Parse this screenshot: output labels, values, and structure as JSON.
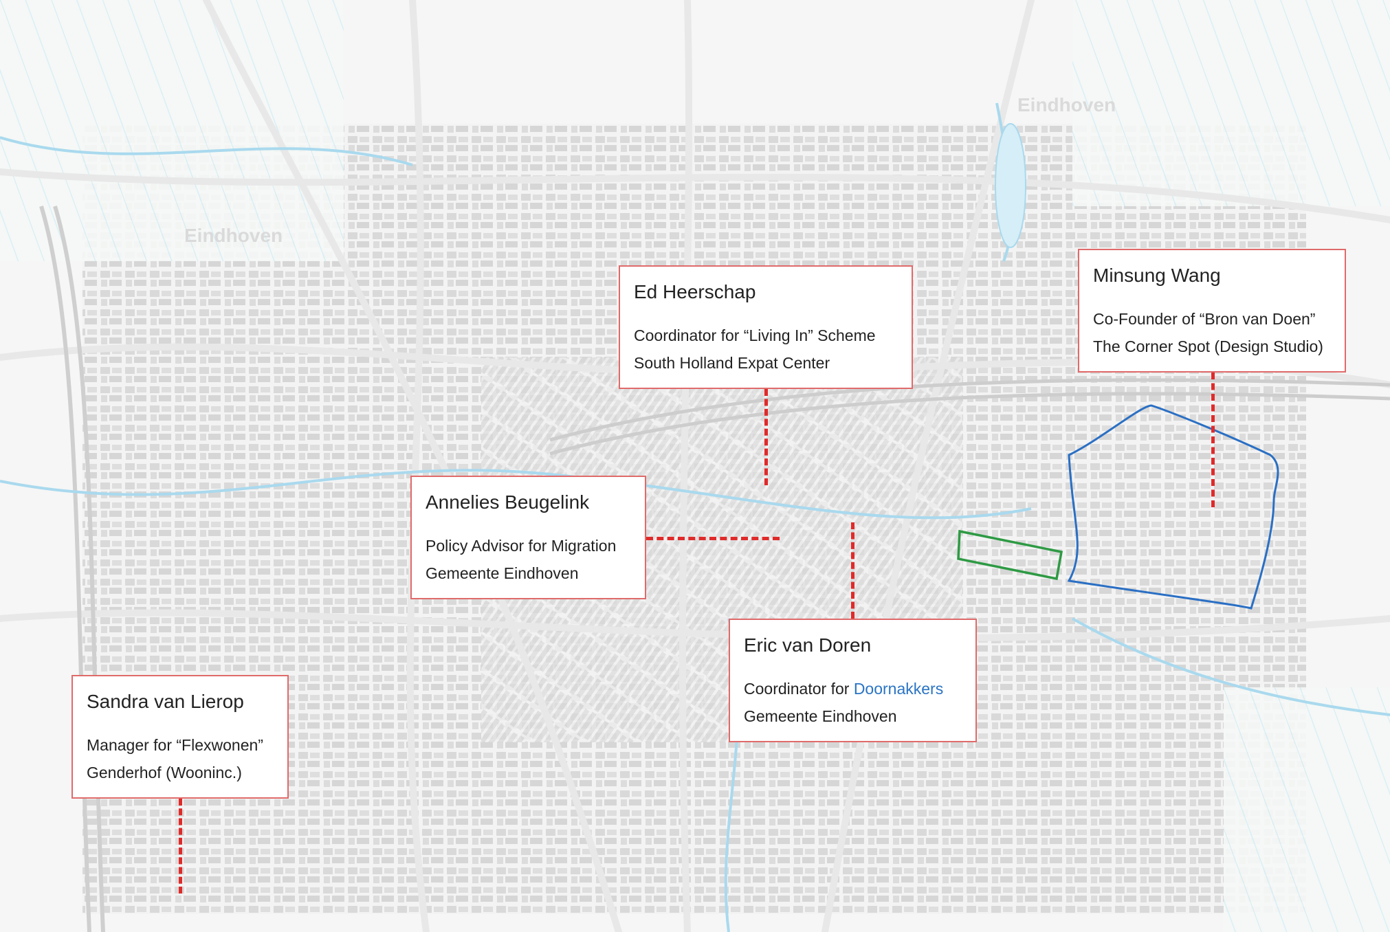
{
  "map": {
    "place_labels": [
      "Eindhoven",
      "Eindhoven"
    ],
    "colors": {
      "background": "#f6f6f6",
      "street": "#e2e2e2",
      "building": "#d3d3d3",
      "water": "#bfe3f2",
      "card_border": "#e06a6a",
      "connector": "#e02a2a",
      "district_outline": "#2a6fc4",
      "site_outline": "#2e9a44",
      "highlight_text": "#2a74c4"
    }
  },
  "cards": [
    {
      "name": "Ed Heerschap",
      "role": "Coordinator for “Living In” Scheme",
      "org": "South Holland Expat Center"
    },
    {
      "name": "Minsung Wang",
      "role": "Co-Founder of “Bron van Doen”",
      "org": "The Corner Spot (Design Studio)"
    },
    {
      "name": "Annelies Beugelink",
      "role": "Policy Advisor for Migration",
      "org": "Gemeente Eindhoven"
    },
    {
      "name": "Eric van Doren",
      "role_prefix": "Coordinator for ",
      "role_highlight": "Doornakkers",
      "org": "Gemeente Eindhoven"
    },
    {
      "name": "Sandra van Lierop",
      "role": "Manager for “Flexwonen”",
      "org": "Genderhof (Wooninc.)"
    }
  ]
}
